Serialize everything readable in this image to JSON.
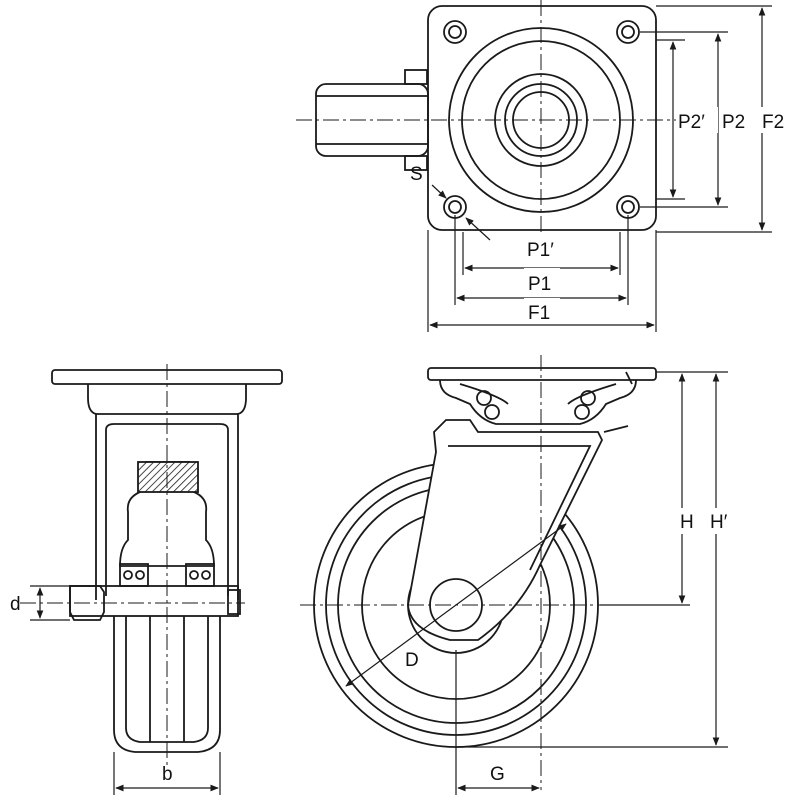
{
  "labels": {
    "s": "S",
    "p1_prime": "P1′",
    "p1": "P1",
    "f1": "F1",
    "p2_prime": "P2′",
    "p2": "P2",
    "f2": "F2",
    "d_small": "d",
    "b": "b",
    "h": "H",
    "h_prime": "H′",
    "d_wheel": "D",
    "g": "G"
  },
  "colors": {
    "line": "#1a1a1a",
    "fill": "#ffffff",
    "hatch": "#1a1a1a"
  }
}
